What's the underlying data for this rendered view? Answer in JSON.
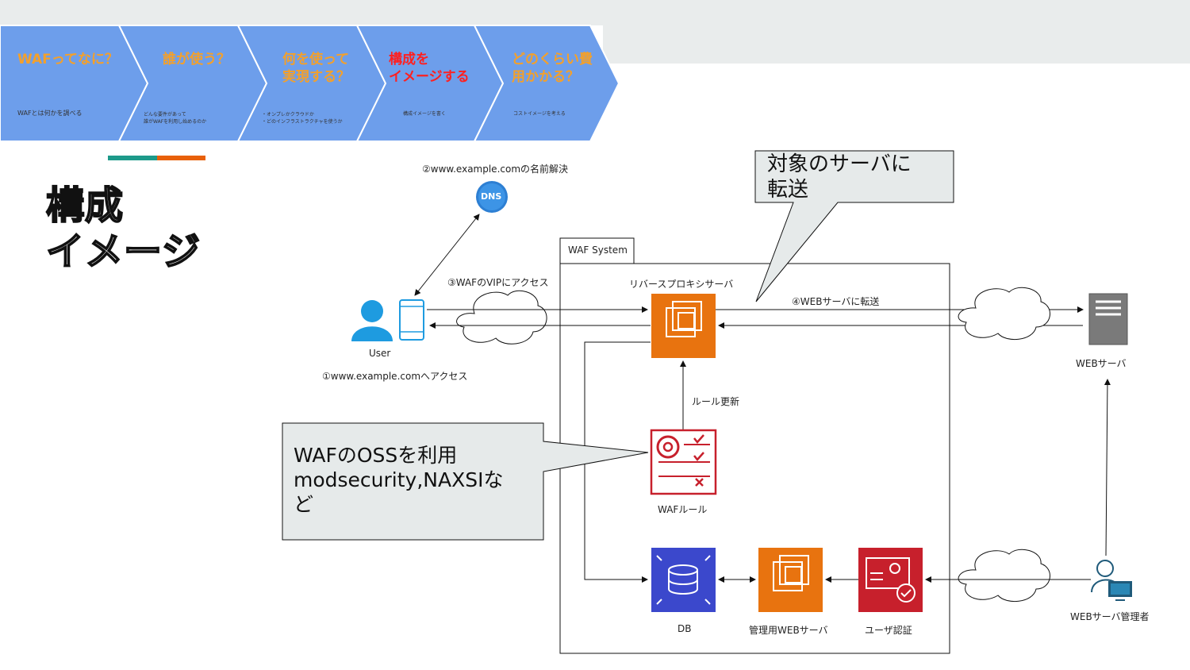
{
  "steps": [
    {
      "title": "WAFってなに？",
      "desc": "WAFとは何かを調べる"
    },
    {
      "title": "誰が使う？",
      "desc": "どんな要件があって\n誰がWAFを利用し始めるのか"
    },
    {
      "title": "何を使って\n実現する？",
      "desc": "・オンプレかクラウドか\n・どのインフラストラクチャを使うか"
    },
    {
      "title": "構成を\nイメージする",
      "desc": "構成イメージを書く"
    },
    {
      "title": "どのくらい費\n用かかる？",
      "desc": "コストイメージを考える"
    }
  ],
  "page_title": "構成\nイメージ",
  "labels": {
    "dns_resolve": "②www.example.comの名前解決",
    "waf_vip": "③WAFのVIPにアクセス",
    "user": "User",
    "user_access": "①www.example.comへアクセス",
    "waf_system": "WAF System",
    "reverse_proxy": "リバースプロキシサーバ",
    "forward_web": "④WEBサーバに転送",
    "web_server": "WEBサーバ",
    "rule_update": "ルール更新",
    "waf_rule": "WAFルール",
    "db": "DB",
    "admin_web": "管理用WEBサーバ",
    "user_auth": "ユーザ認証",
    "web_admin": "WEBサーバ管理者",
    "dns_icon": "DNS"
  },
  "callouts": {
    "forward": "対象のサーバに\n転送",
    "oss": "WAFのOSSを利用\nmodsecurity,NAXSIな\nど"
  },
  "colors": {
    "step_fill": "#6d9eeb",
    "step_title": "#f4a02a",
    "step_active": "#ff2020",
    "accent_teal": "#1d9a8a",
    "accent_orange": "#e8600a",
    "aws_orange": "#e8730f",
    "aws_red": "#c7202c",
    "aws_blue": "#3b48cc",
    "user_blue": "#1e9be0"
  },
  "icons": {
    "dns": "dns-icon",
    "user": "user-icon",
    "phone": "mobile-icon",
    "cloud": "cloud-icon",
    "proxy": "ec2-instance-icon",
    "server": "server-icon",
    "waf": "waf-rule-icon",
    "db": "database-icon",
    "auth": "user-auth-icon",
    "admin": "admin-user-icon"
  }
}
